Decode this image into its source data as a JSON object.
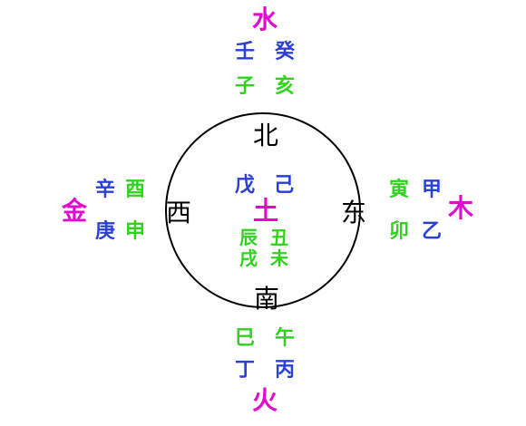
{
  "colors": {
    "element": "#e10bd0",
    "direction": "#000000",
    "stem": "#2a3fd6",
    "branch": "#2fd31b",
    "circle": "#000000"
  },
  "north": {
    "element": "水",
    "stems": [
      "壬",
      "癸"
    ],
    "branches": [
      "子",
      "亥"
    ]
  },
  "south": {
    "element": "火",
    "stems": [
      "丁",
      "丙"
    ],
    "branches": [
      "巳",
      "午"
    ]
  },
  "west": {
    "element": "金",
    "stems": [
      "辛",
      "庚"
    ],
    "branches": [
      "酉",
      "申"
    ]
  },
  "east": {
    "element": "木",
    "stems": [
      "甲",
      "乙"
    ],
    "branches": [
      "寅",
      "卯"
    ]
  },
  "center": {
    "element": "土",
    "stems": [
      "戊",
      "己"
    ],
    "branches": [
      "辰",
      "丑",
      "戌",
      "未"
    ]
  },
  "directions": {
    "north": "北",
    "south": "南",
    "west": "西",
    "east": "东"
  }
}
